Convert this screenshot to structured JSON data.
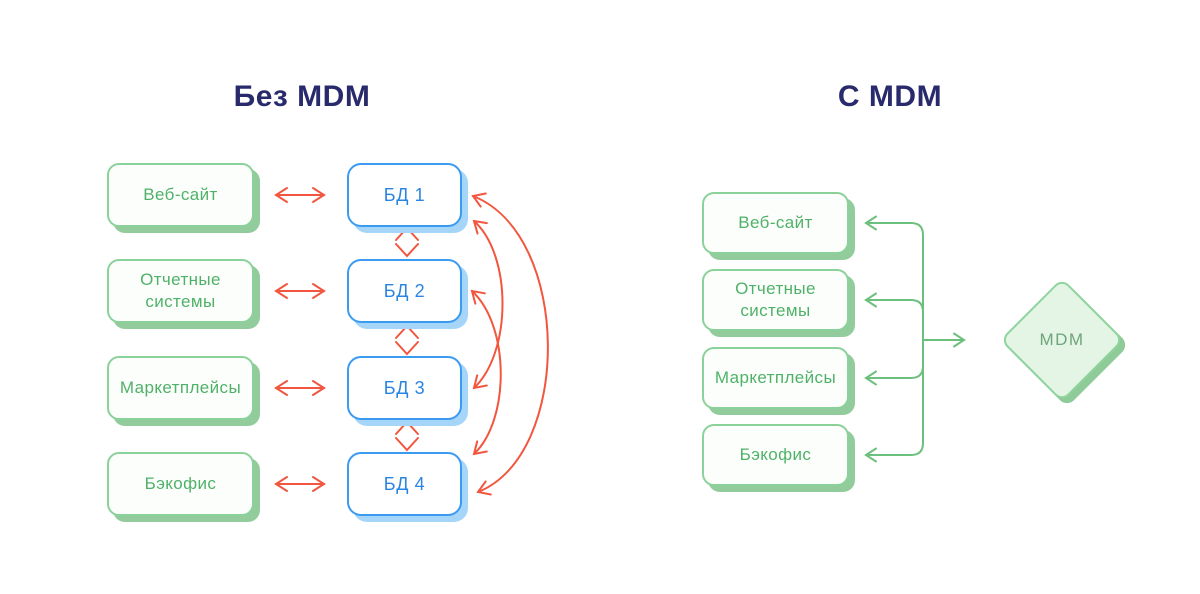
{
  "left_panel": {
    "title": "Без MDM",
    "sources": [
      "Веб-сайт",
      "Отчетные системы",
      "Маркетплейсы",
      "Бэкофис"
    ],
    "databases": [
      "БД 1",
      "БД 2",
      "БД 3",
      "БД 4"
    ]
  },
  "right_panel": {
    "title": "С MDM",
    "sources": [
      "Веб-сайт",
      "Отчетные системы",
      "Маркетплейсы",
      "Бэкофис"
    ],
    "hub_label": "MDM"
  },
  "colors": {
    "title_text": "#292a6c",
    "green_box_border": "#8bd19a",
    "green_box_shadow": "#92cb9c",
    "green_box_text": "#4fb168",
    "blue_box_border": "#3b9bf0",
    "blue_box_shadow": "#a5d5f8",
    "blue_box_text": "#2b85e0",
    "red_arrow": "#f2563e",
    "green_arrow": "#6cc07d",
    "diamond_fill": "#e4f5e5",
    "diamond_border": "#90d49e",
    "diamond_shadow": "#8fca99",
    "diamond_text": "#6fa47a",
    "background": "#ffffff"
  }
}
